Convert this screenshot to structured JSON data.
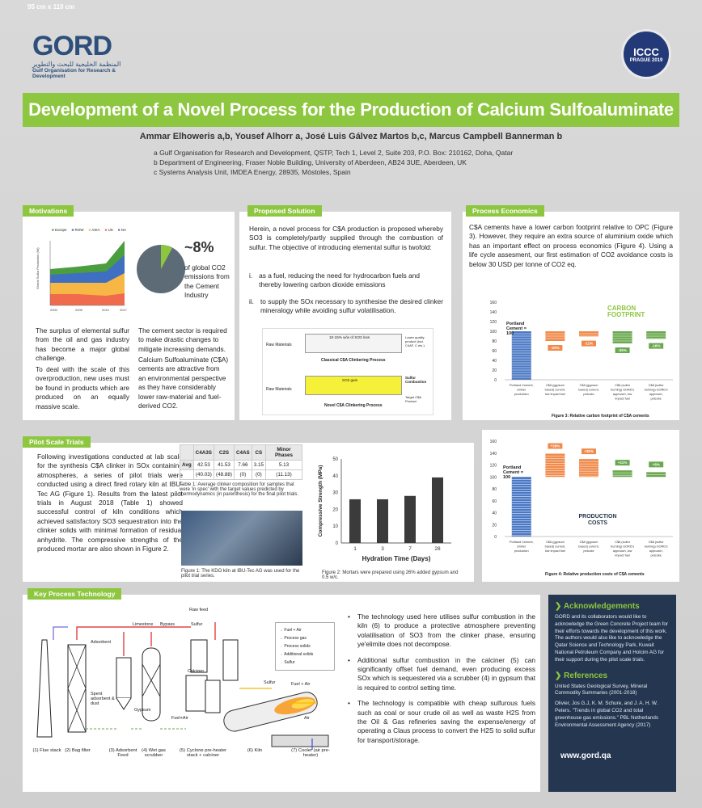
{
  "size_note": "95 cm x 110 cm",
  "logo": {
    "name": "GORD",
    "arabic": "المنظمة الخليجية للبحث والتطوير",
    "sub": "Gulf Organisation for Research & Development"
  },
  "iccc": {
    "big": "ICCC",
    "small": "PRAGUE 2019"
  },
  "title": "Development of a Novel Process for the Production of Calcium Sulfoaluminate",
  "authors": "Ammar Elhoweris a,b, Yousef Alhorr a, José Luis Gálvez Martos b,c, Marcus Campbell Bannerman b",
  "affiliations": [
    "a  Gulf Organisation for Research and Development, QSTP, Tech 1, Level 2, Suite 203, P.O. Box: 210162, Doha, Qatar",
    "b  Department of Engineering, Fraser Noble Building, University of Aberdeen, AB24 3UE, Aberdeen, UK",
    "c  Systems Analysis Unit, IMDEA Energy, 28935, Móstoles, Spain"
  ],
  "motivations": {
    "tag": "Motivations",
    "legend": [
      "Europe",
      "ROW",
      "ASIA",
      "US",
      "NA"
    ],
    "percent": "~8%",
    "percent_caption": "of global CO2 emissions from the Cement Industry",
    "left_text_1": "The surplus of elemental sulfur from the oil and gas industry has become a major global challenge.",
    "left_text_2": "To deal with the scale of this overproduction, new uses must be found in products which are produced on an equally massive scale.",
    "right_text_1": "The cement sector is required to make drastic changes to mitigate increasing demands.",
    "right_text_2": "Calcium Sulfoaluminate (C$A) cements are attractive from an environmental perspective as they have considerably lower raw-material and fuel-derived CO2."
  },
  "proposed": {
    "tag": "Proposed Solution",
    "intro": "Herein, a novel process for C$A production is proposed whereby SO3 is completely/partly supplied through the combustion of sulfur. The objective of introducing elemental sulfur is twofold:",
    "item1": "as a fuel, reducing the need for hydrocarbon fuels and thereby lowering carbon dioxide emissions",
    "item2": "to supply the SOx necessary to synthesise the desired clinker mineralogy while avoiding sulfur volatilisation.",
    "d1_raw": "Raw Materials",
    "d1_note": "10-15% w/w of SO3 loss",
    "d1_product": "Lower quality product (incl. C4AF, C etc.)",
    "d1_label": "Classical C$A Clinkering Process",
    "d2_raw": "Raw Materials",
    "d2_note": "SO3 gain",
    "d2_in": "Sulfur Combustion",
    "d2_out": "Target C$A Product",
    "d2_label": "Novel C$A Clinkering Process"
  },
  "economics": {
    "tag": "Process Economics",
    "text": "C$A cements have a lower carbon footprint relative to OPC (Figure 3). However, they require an extra source of aluminium oxide which has an important effect on process economics (Figure 4). Using a life cycle assesment, our first estimation of CO2 avoidance costs is below 30 USD per tonne of CO2 eq.",
    "fig3_caption": "Figure 3: Relative carbon footprint of C$A cements",
    "fig4_caption": "Figure 4: Relative production costs of C$A cements",
    "fig3_badge": "CARBON FOOTPRINT",
    "fig4_badge": "PRODUCTION COSTS",
    "portland_label": "Portland Cement = 100"
  },
  "chart_data": [
    {
      "type": "bar",
      "title": "",
      "categories": [
        "Portland Cement, clinker production",
        "C$A (gypsum based) current, low impact fuel",
        "C$A (gypsum based) current, petcoke",
        "C$A (sulfur burning) GORD's approach, low impact fuel",
        "C$A (sulfur burning) GORD's approach, petcoke"
      ],
      "values": [
        100,
        80,
        89,
        75,
        84
      ],
      "labels": [
        "",
        "-20%",
        "-11%",
        "-25%",
        "-16%"
      ],
      "ylim": [
        0,
        160
      ]
    },
    {
      "type": "bar",
      "title": "",
      "categories": [
        "Portland Cement, clinker production",
        "C$A (gypsum based) current, low impact fuel",
        "C$A (gypsum based) current, petcoke",
        "C$A (sulfur burning) GORD's approach, low impact fuel",
        "C$A (sulfur burning) GORD's approach, petcoke"
      ],
      "values": [
        100,
        139,
        130,
        111,
        108
      ],
      "labels": [
        "",
        "+39%",
        "+30%",
        "+11%",
        "+8%"
      ],
      "ylim": [
        0,
        160
      ]
    },
    {
      "type": "bar",
      "categories": [
        "1",
        "3",
        "7",
        "28"
      ],
      "values": [
        26,
        26,
        28,
        39
      ],
      "xlabel": "Hydration Time (Days)",
      "ylabel": "Compressive Strength (MPa)",
      "ylim": [
        0,
        50
      ],
      "yticks": [
        0,
        10,
        20,
        30,
        40,
        50
      ]
    }
  ],
  "pilot": {
    "tag": "Pilot Scale Trials",
    "text": "Following investigations conducted at lab scale for the synthesis C$A clinker in SOx containing atmospheres, a series of pilot trials were conducted using a direct fired rotary kiln at IBU-Tec AG (Figure 1). Results from the latest pilot trials in August 2018 (Table 1) showed successful control of kiln conditions which achieved satisfactory SO3 sequestration into the clinker solids with minimal formation of residual anhydrite. The compressive strengths of the produced mortar are also shown in Figure 2.",
    "table_headers": [
      "",
      "C4A3S",
      "C2S",
      "C4AS",
      "CS",
      "Minor Phases"
    ],
    "table_row1": [
      "Avg",
      "42.53",
      "41.53",
      "7.66",
      "3.15",
      "5.13"
    ],
    "table_row2": [
      "",
      "(40.03)",
      "(48.88)",
      "(0)",
      "(0)",
      "(11.13)"
    ],
    "table_caption": "Table 1: Average clinker composition for samples that were 'in spec' with the target values predicted by thermodynamics (in parenthesis) for the final pilot trials.",
    "fig1_caption": "Figure 1: The KDO kiln at IBU-Tec AG was used for the pilot trial series.",
    "fig2_caption": "Figure 2: Mortars were prepared using 26% added gypsum and 0.5 w/c."
  },
  "key": {
    "tag": "Key Process Technology",
    "legend": [
      "Fuel + Air",
      "Process gas",
      "Process solids",
      "Additional solids",
      "Sulfur"
    ],
    "labels": [
      "Raw feed",
      "Limestone",
      "Bypass",
      "Adsorbent",
      "Sulfur",
      "Calciner",
      "Spent adsorbent & dust",
      "Gypsum",
      "Fuel+Air",
      "Sulfur",
      "Fuel + Air",
      "Air"
    ],
    "units": [
      "(1) Flue stack",
      "(2) Bag filter",
      "(3) Adsorbent Feed",
      "(4) Wet gas scrubber",
      "(5) Cyclone pre-heater stack + calciner",
      "(6) Kiln",
      "(7) Cooler (air pre-heater)"
    ],
    "b1": "The technology used here utilises sulfur combustion in the kiln (6) to produce a protective atmosphere preventing volatilisation of SO3 from the clinker phase, ensuring ye'elimite does not decompose.",
    "b2": "Additional sulfur combustion in the calciner (5) can significantly offset fuel demand, even producing excess SOx which is sequestered via a scrubber (4) in gypsum that is required to control setting time.",
    "b3": "The technology is compatible with cheap sulfurous fuels such as coal or sour crude oil as well as waste H2S from the Oil & Gas refineries saving the expense/energy of operating a Claus process to convert the H2S to solid sulfur for transport/storage."
  },
  "ack": {
    "title": "Acknowledgements",
    "text": "GORD and its collaborators would like to acknowledge the Green Concrete Project team for their efforts towards the development of this work. The authors would also like to acknowledge the Qatar Science and Technology Park, Kuwait National Petroleum Company and Holcim AG for their support during the pilot scale trials.",
    "ref_title": "References",
    "ref1": "United States Geological Survey, Mineral Commodity Summaries (2001-2018)",
    "ref2": "Olivier, Jos G.J, K. M. Schure, and J. A. H. W. Peters. \"Trends in global CO2 and total greenhouse gas emissions.\" PBL Netherlands Environmental Assessment Agency (2017)",
    "url": "www.gord.qa"
  },
  "colors": {
    "green": "#8dc63f",
    "navy": "#243650",
    "blue": "#4a78c4",
    "orange": "#f08a4b",
    "lightgreen": "#6aa84f"
  }
}
